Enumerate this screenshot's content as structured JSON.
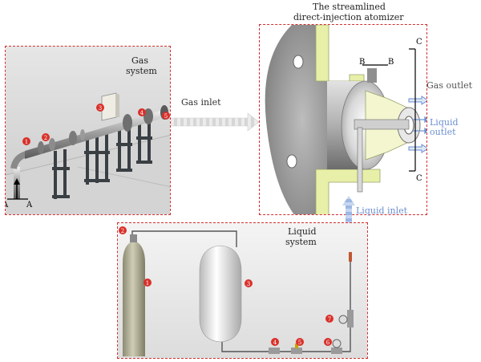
{
  "atomizer_title_line1": "The streamlined",
  "atomizer_title_line2": "direct-injection atomizer",
  "gas_system_line1": "Gas",
  "gas_system_line2": "system",
  "gas_inlet": "Gas inlet",
  "gas_outlet": "Gas outlet",
  "liquid_outlet": "Liquid outlet",
  "liquid_inlet": "Liquid inlet",
  "liquid_system_line1": "Liquid",
  "liquid_system_line2": "system",
  "section_A": "A",
  "section_B": "B",
  "section_C": "C",
  "gas_markers": [
    "1",
    "2",
    "3",
    "4",
    "5"
  ],
  "liquid_markers": [
    "1",
    "2",
    "3",
    "4",
    "5",
    "6",
    "7"
  ],
  "colors": {
    "frame": "#d32f2f",
    "marker": "#d9302a",
    "liquid_text": "#6b8fd0",
    "cylinder": "#b8b59c",
    "nozzle": "#e8efa8"
  }
}
